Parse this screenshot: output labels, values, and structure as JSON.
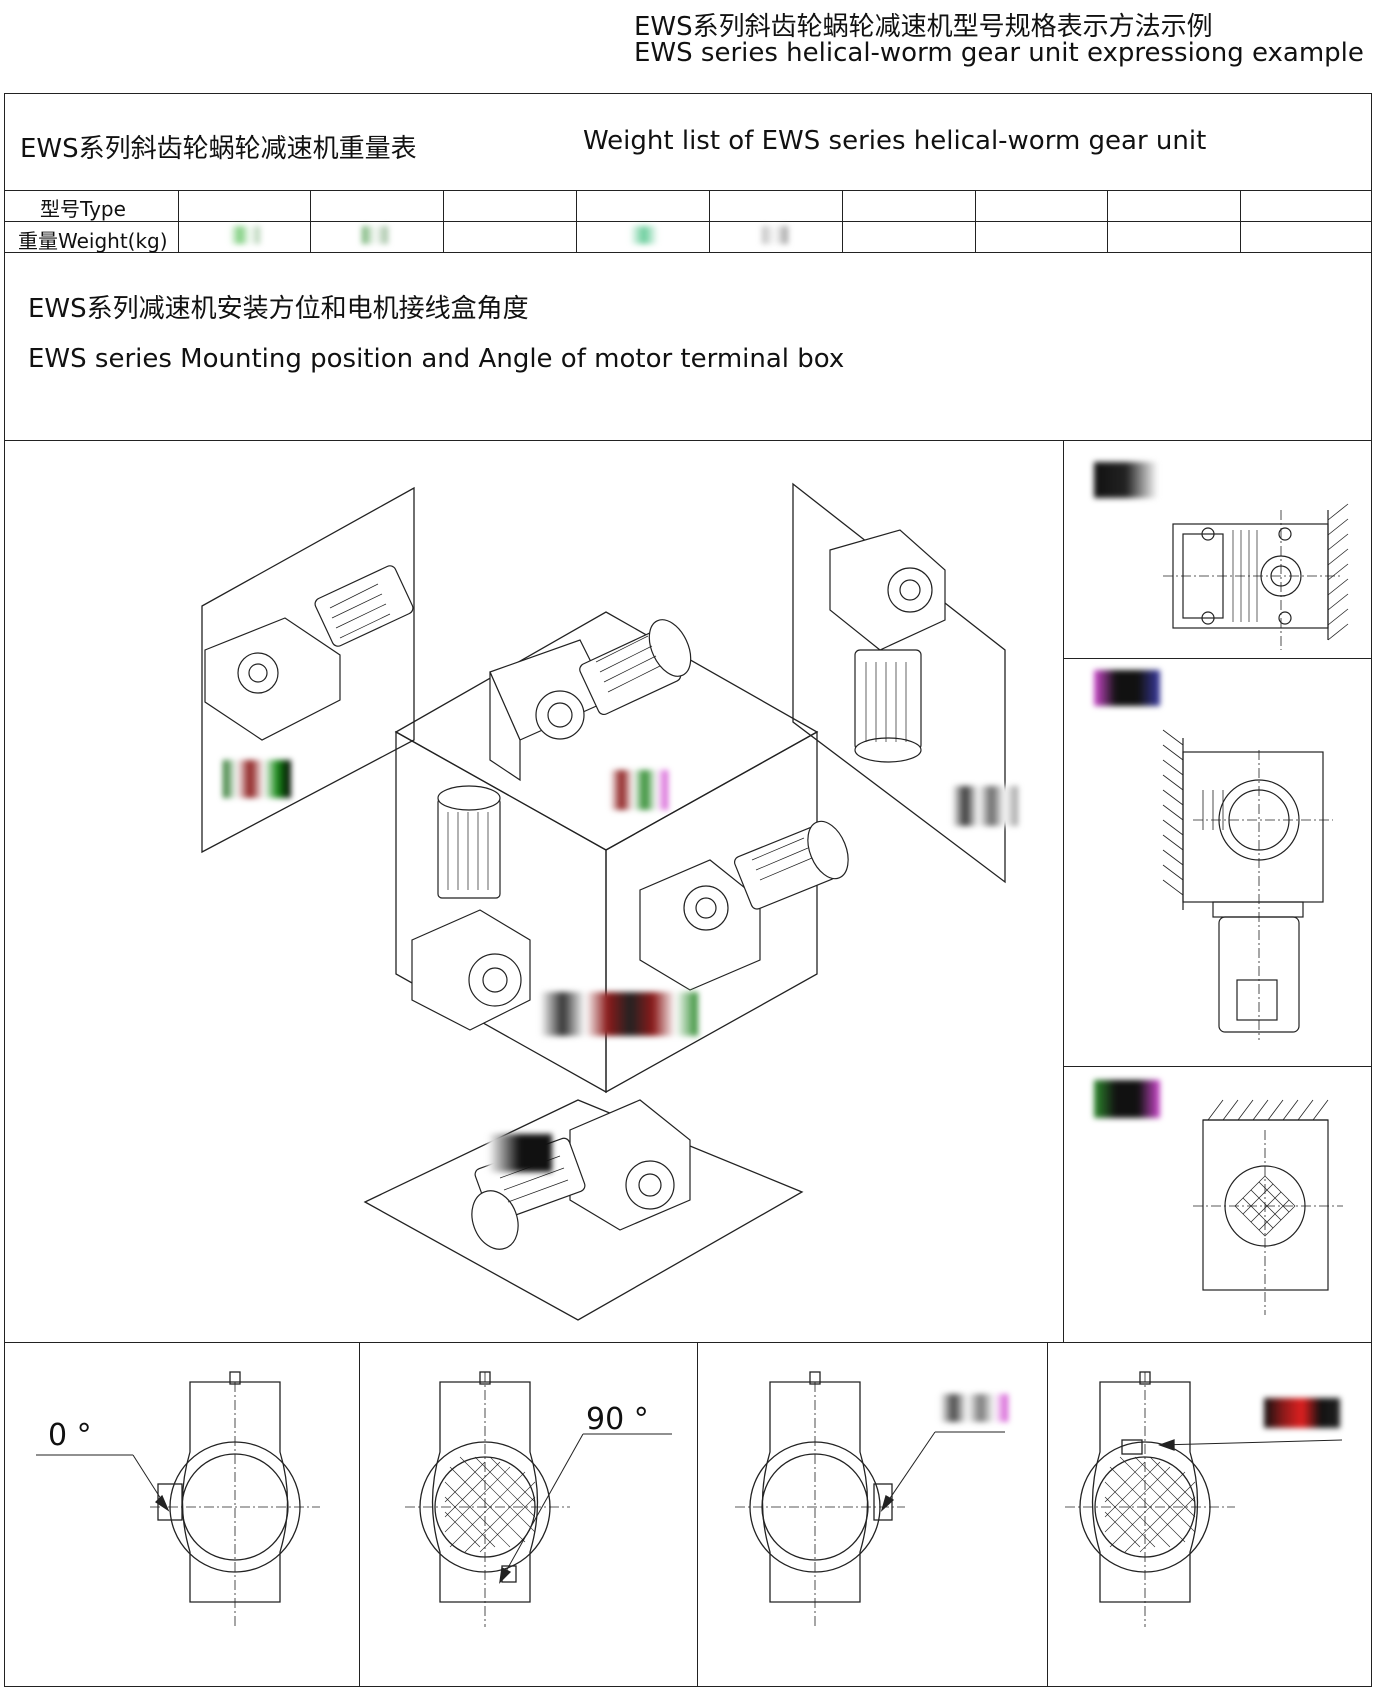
{
  "header": {
    "title_cn": "EWS系列斜齿轮蜗轮减速机型号规格表示方法示例",
    "title_en": "EWS series helical-worm gear unit expressiong example"
  },
  "weight_section": {
    "title_cn": "EWS系列斜齿轮蜗轮减速机重量表",
    "title_en": "Weight list of EWS series helical-worm gear unit",
    "row_label_type": "型号Type",
    "row_label_weight": "重量Weight(kg)"
  },
  "mounting_section": {
    "title_cn": "EWS系列减速机安装方位和电机接线盒角度",
    "title_en": "EWS series Mounting  position and Angle of motor terminal box"
  },
  "angles": {
    "a0": "0 °",
    "a90": "90 °"
  },
  "colors": {
    "line": "#222222",
    "smudge_green": "#2e8b2e",
    "smudge_red": "#8b0000",
    "smudge_magenta": "#d04ad0"
  }
}
